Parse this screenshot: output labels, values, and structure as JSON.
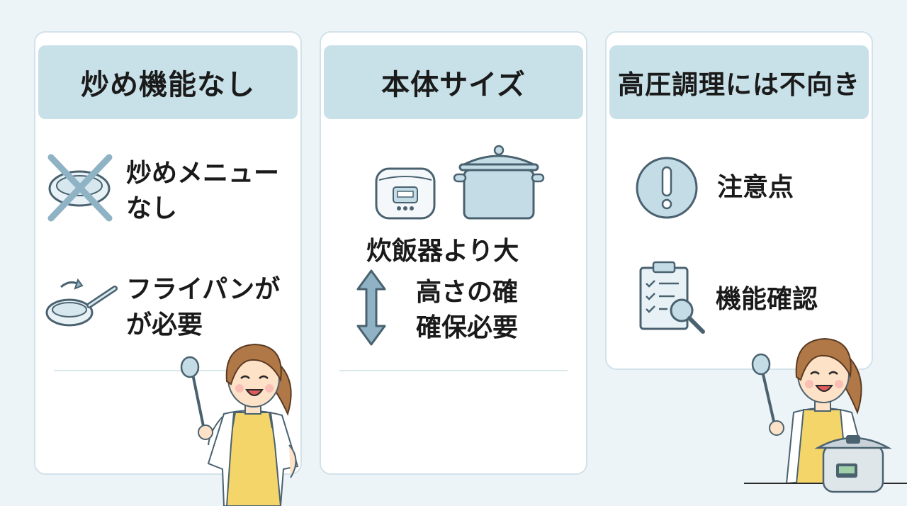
{
  "cards": [
    {
      "title": "炒め機能なし",
      "items": [
        {
          "line1": "炒めメニュー",
          "line2": "なし",
          "icon": "crossed-pan-icon"
        },
        {
          "line1": "フライパンが",
          "line2": "が必要",
          "icon": "frying-pan-icon"
        }
      ]
    },
    {
      "title": "本体サイズ",
      "caption": "炊飯器より大",
      "icons": [
        "rice-cooker-icon",
        "pot-icon",
        "vertical-arrow-icon"
      ],
      "items": [
        {
          "line1": "高さの確",
          "line2": "確保必要"
        }
      ]
    },
    {
      "title": "高圧調理には不向き",
      "items": [
        {
          "line1": "注意点",
          "icon": "exclamation-icon"
        },
        {
          "line1": "機能確認",
          "icon": "clipboard-search-icon"
        }
      ]
    }
  ],
  "colors": {
    "background": "#edf4f8",
    "header": "#c8e0e8",
    "icon_fill": "#c4dce6",
    "icon_stroke": "#4a6270",
    "apron": "#f4d56a"
  }
}
